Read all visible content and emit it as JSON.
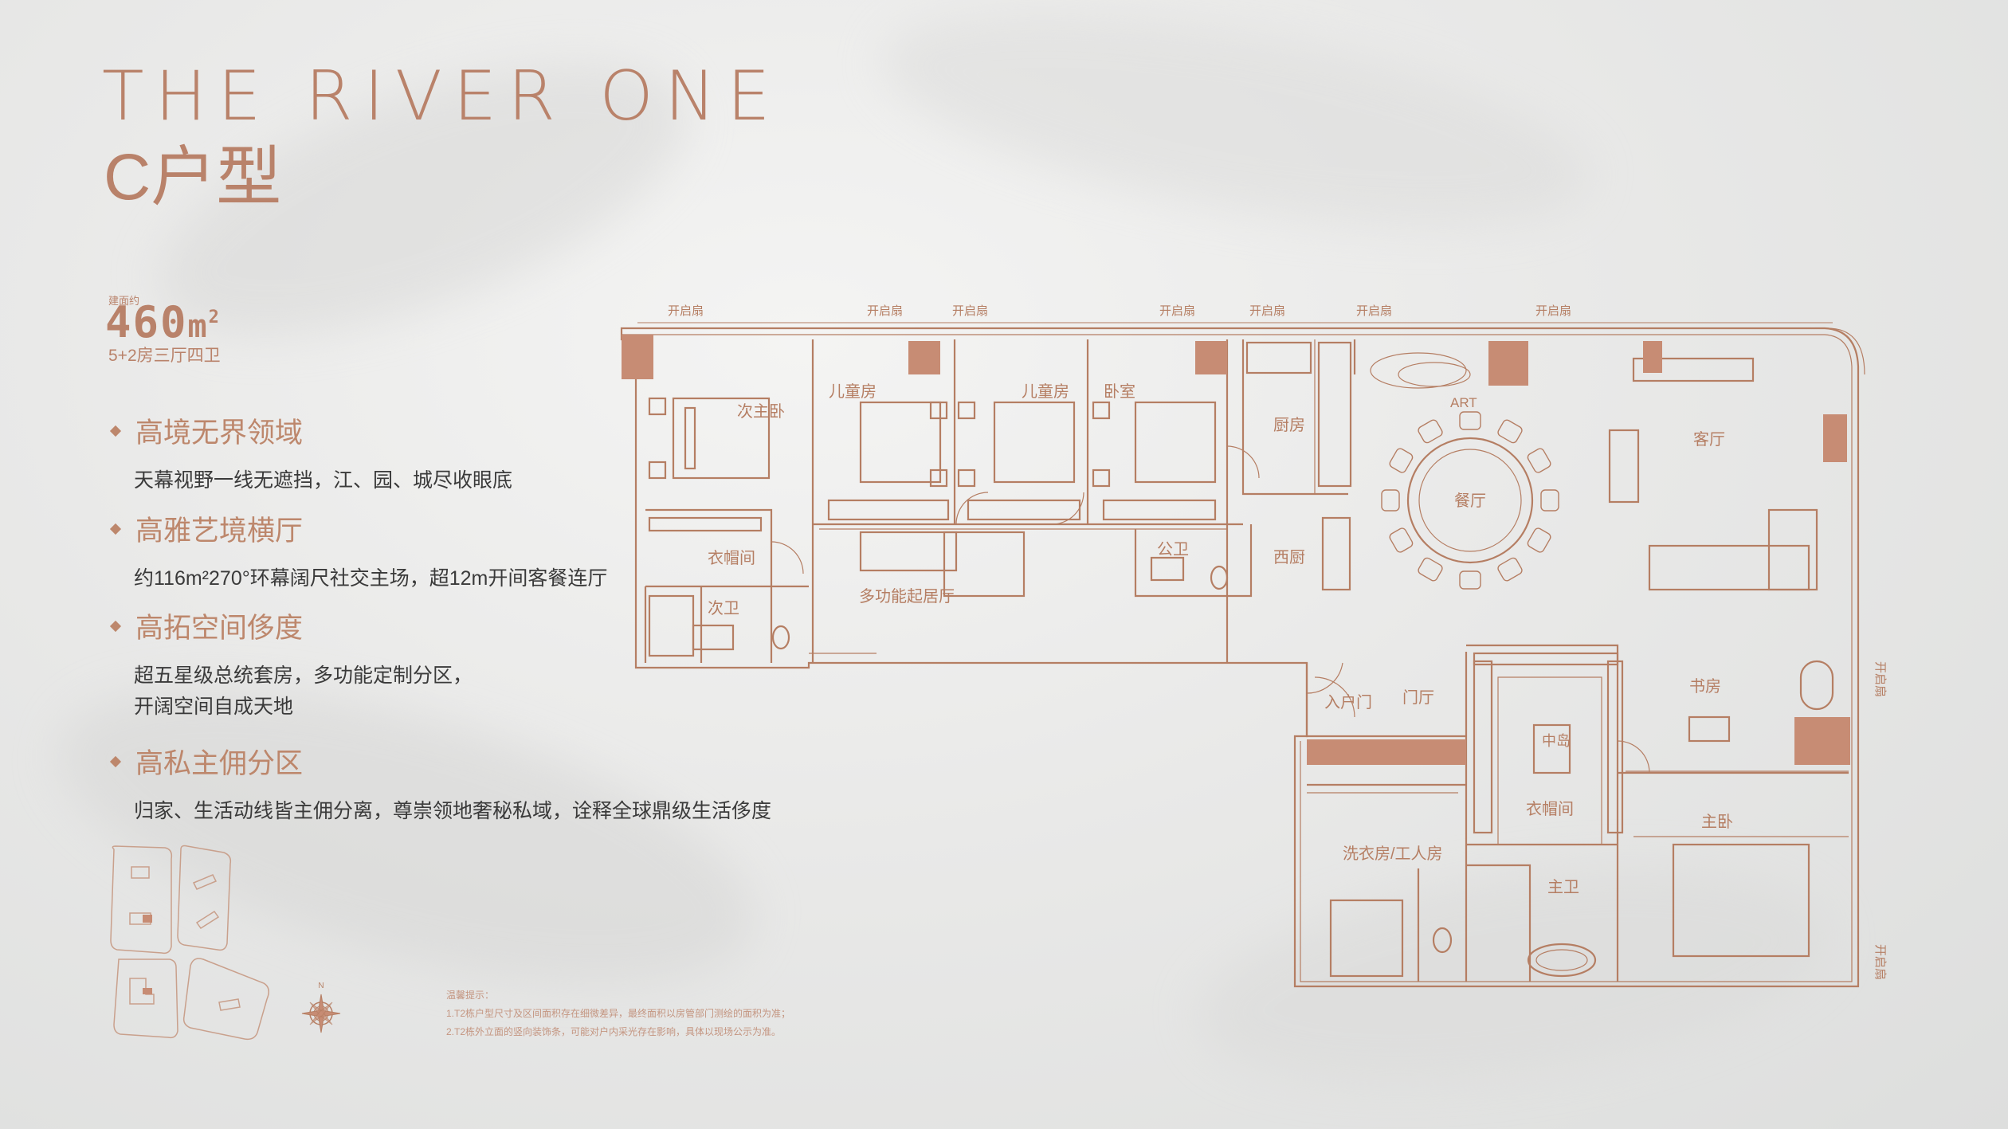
{
  "brand": "THE RIVER ONE",
  "unit_title": "C户型",
  "area": {
    "label": "建面约",
    "value": "460",
    "unit": "m",
    "unit_exp": "2"
  },
  "rooms_summary": "5+2房三厅四卫",
  "features": [
    {
      "title": "高境无界领域",
      "desc": [
        "天幕视野一线无遮挡，江、园、城尽收眼底"
      ]
    },
    {
      "title": "高雅艺境横厅",
      "desc": [
        "约116m²270°环幕阔尺社交主场，超12m开间客餐连厅"
      ]
    },
    {
      "title": "高拓空间侈度",
      "desc": [
        "超五星级总统套房，多功能定制分区，",
        "开阔空间自成天地"
      ]
    },
    {
      "title": "高私主佣分区",
      "desc": [
        "归家、生活动线皆主佣分离，尊崇领地奢秘私域，诠释全球鼎级生活侈度"
      ]
    }
  ],
  "notes": {
    "title": "温馨提示：",
    "items": [
      "1.T2栋户型尺寸及区间面积存在细微差异，最终面积以房管部门测绘的面积为准；",
      "2.T2栋外立面的竖向装饰条，可能对户内采光存在影响，具体以现场公示为准。"
    ]
  },
  "compass": {
    "label": "N"
  },
  "floorplan": {
    "window_label": "开启扇",
    "rooms": {
      "second_master": "次主卧",
      "kids1": "儿童房",
      "kids2": "儿童房",
      "bedroom": "卧室",
      "kitchen": "厨房",
      "art": "ART",
      "dining": "餐厅",
      "living": "客厅",
      "closet1": "衣帽间",
      "bath2": "次卫",
      "multi": "多功能起居厅",
      "public_bath": "公卫",
      "western_kitchen": "西厨",
      "entrance": "入户门",
      "foyer": "门厅",
      "study": "书房",
      "island": "中岛",
      "closet2": "衣帽间",
      "laundry": "洗衣房/工人房",
      "master_bath": "主卫",
      "master": "主卧"
    }
  },
  "colors": {
    "accent": "#b57e63",
    "wall_fill": "#c78c74",
    "background": "#e9e9e8"
  }
}
